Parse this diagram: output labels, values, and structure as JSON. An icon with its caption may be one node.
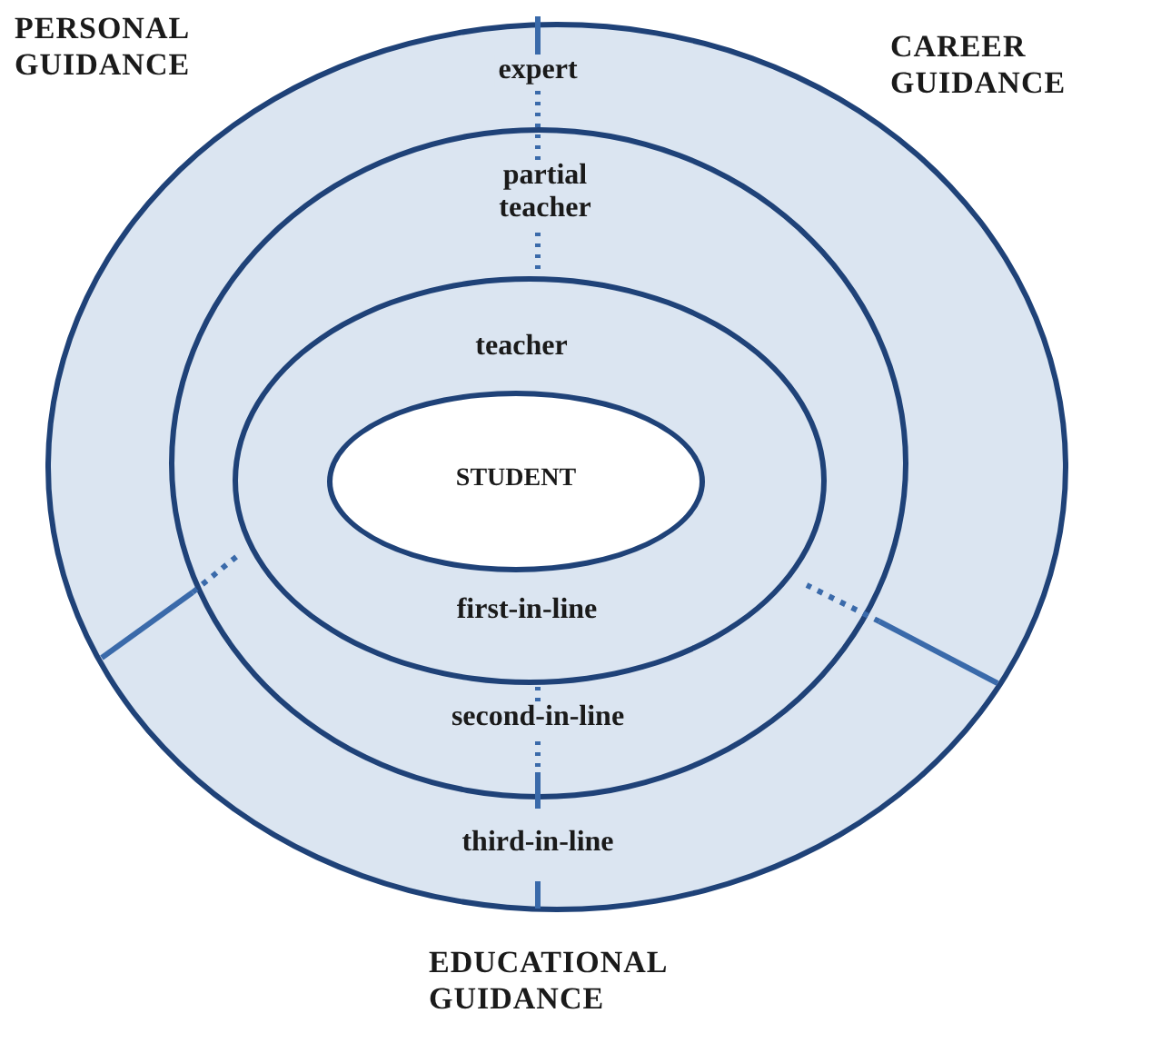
{
  "diagram": {
    "nodes": [
      {
        "text": [
          "expert",
          "third-in-line"
        ]
      },
      {
        "text": [
          "partial teacher",
          "second-in-line"
        ],
        "in": 0
      },
      {
        "text": [
          "teacher",
          "first-in-line"
        ],
        "in": 1
      },
      {
        "text": [
          "STUDENT"
        ],
        "in": 2
      }
    ],
    "labels": [
      "PERSONAL GUIDANCE",
      "CAREER GUIDANCE",
      "EDUCATIONAL GUIDANCE"
    ]
  }
}
